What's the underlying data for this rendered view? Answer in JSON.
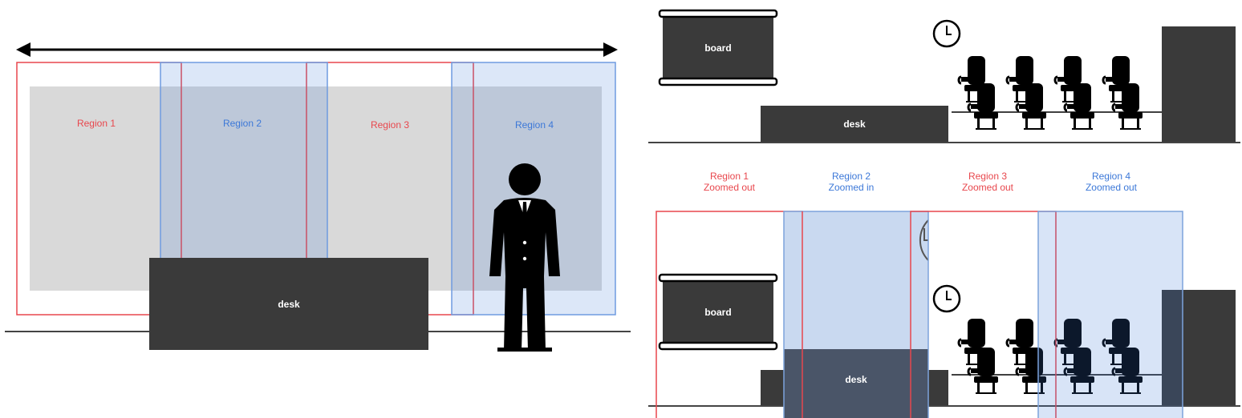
{
  "left_panel": {
    "regions": [
      "Region 1",
      "Region 2",
      "Region 3",
      "Region 4"
    ],
    "desk_label": "desk"
  },
  "right_panel": {
    "top": {
      "board_label": "board",
      "desk_label": "desk"
    },
    "region_labels": [
      {
        "name": "Region 1",
        "state": "Zoomed out"
      },
      {
        "name": "Region 2",
        "state": "Zoomed in"
      },
      {
        "name": "Region 3",
        "state": "Zoomed out"
      },
      {
        "name": "Region 4",
        "state": "Zoomed out"
      }
    ],
    "bottom": {
      "board_label": "board",
      "desk_label": "desk"
    }
  },
  "colors": {
    "red": "#e8474d",
    "blue": "#3c78d8",
    "blue_fill": "#c9d9f0",
    "gray_fill": "#d9d9d9",
    "dark": "#3a3a3a",
    "black": "#000000"
  },
  "icons": [
    "double-arrow-icon",
    "person-icon",
    "clock-icon",
    "chair-icon"
  ]
}
